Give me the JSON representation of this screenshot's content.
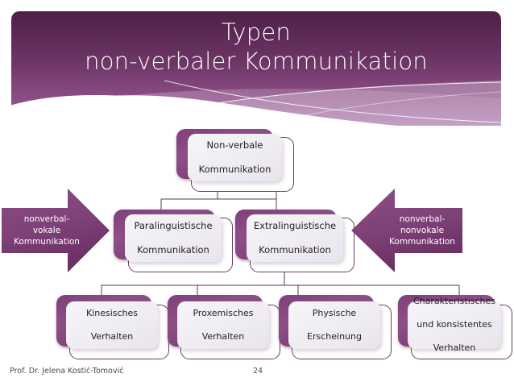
{
  "slide": {
    "title_line1": "Typen",
    "title_line2": "non-verbaler Kommunikation",
    "footer_author": "Prof. Dr. Jelena Kostić-Tomović",
    "footer_page": "24"
  },
  "colors": {
    "banner_dark": "#54234d",
    "banner_light": "#a066a0",
    "node_purple": "#8a4a84",
    "node_face": "#f0eef3",
    "node_border": "#6b3b66",
    "connector": "#5b3557",
    "arrow_fill": "#7e4178",
    "text_dark": "#231f20",
    "text_light": "#ffffff"
  },
  "diagram": {
    "root": {
      "label": "Non-verbale\nKommunikation",
      "line1": "Non-verbale",
      "line2": "Kommunikation"
    },
    "level2": [
      {
        "line1": "Paralinguistische",
        "line2": "Kommunikation"
      },
      {
        "line1": "Extralinguistische",
        "line2": "Kommunikation"
      }
    ],
    "level3": [
      {
        "line1": "Kinesisches",
        "line2": "Verhalten",
        "line3": ""
      },
      {
        "line1": "Proxemisches",
        "line2": "Verhalten",
        "line3": ""
      },
      {
        "line1": "Physische",
        "line2": "Erscheinung",
        "line3": ""
      },
      {
        "line1": "Charakteristisches",
        "line2": "und konsistentes",
        "line3": "Verhalten"
      }
    ],
    "arrows": [
      {
        "direction": "right",
        "line1": "nonverbal-",
        "line2": "vokale",
        "line3": "Kommunikation"
      },
      {
        "direction": "left",
        "line1": "nonverbal-",
        "line2": "nonvokale",
        "line3": "Kommunikation"
      }
    ]
  }
}
